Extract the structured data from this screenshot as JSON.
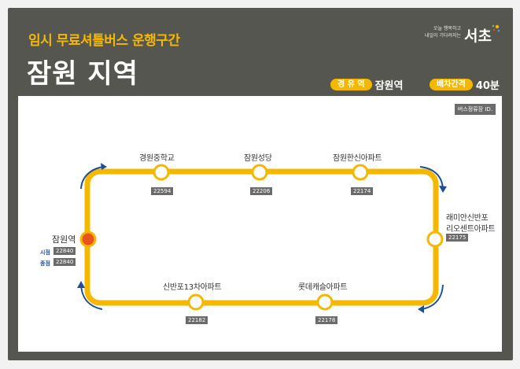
{
  "header": {
    "subtitle": "임시 무료셔틀버스 운행구간",
    "title": "잠원 지역",
    "logo": {
      "tagline_1": "오늘 행복하고",
      "tagline_2": "내일이 기다려지는",
      "word": "서초"
    }
  },
  "info": {
    "via_label": "경 유 역",
    "via_value": "잠원역",
    "interval_label": "배차간격",
    "interval_value": "40분"
  },
  "legend": "버스정류장 ID.",
  "start": {
    "name": "잠원역",
    "first_tag": "시점",
    "first_id": "22840",
    "last_tag": "종점",
    "last_id": "22840"
  },
  "stops": [
    {
      "name": "경원중학교",
      "id": "22594"
    },
    {
      "name": "잠원성당",
      "id": "22206"
    },
    {
      "name": "잠원한신아파트",
      "id": "22174"
    },
    {
      "name_line1": "래미안신반포",
      "name_line2": "리오센트아파트",
      "id": "22175"
    },
    {
      "name": "롯데캐슬아파트",
      "id": "22178"
    },
    {
      "name": "신반포13차아파트",
      "id": "22182"
    }
  ],
  "colors": {
    "route": "#f5b800",
    "start_marker": "#e8531e",
    "arrow": "#1c4f96",
    "header_bg": "#565650"
  }
}
